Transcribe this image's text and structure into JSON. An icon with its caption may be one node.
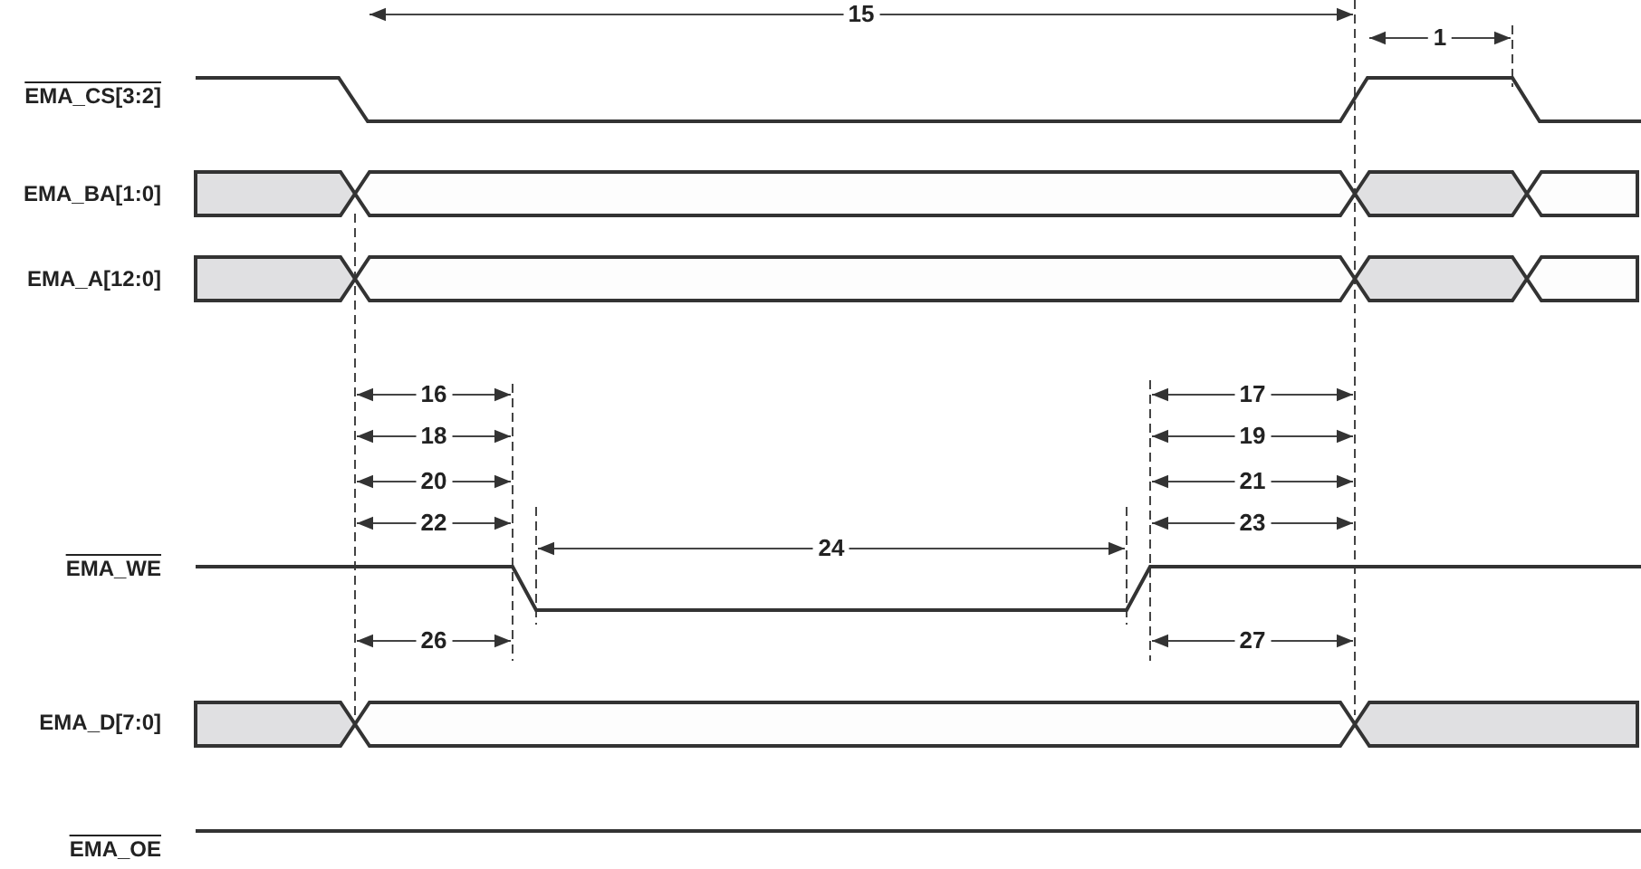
{
  "diagram": {
    "labels": [
      "15",
      "EMA_CS[3:2]",
      "1",
      "EMA_BA[1:0]",
      "EMA_A[12:0]",
      "16",
      "17",
      "18",
      "19",
      "20",
      "21",
      "22",
      "23",
      "EMA_WE",
      "24",
      "26",
      "27",
      "EMA_D[7:0]",
      "EMA_OE"
    ]
  }
}
